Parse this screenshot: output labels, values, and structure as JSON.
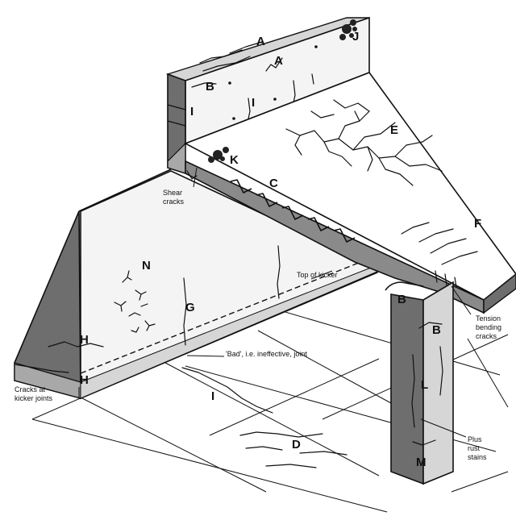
{
  "labels": {
    "A1": "A",
    "A2": "A",
    "J": "J",
    "B1": "B",
    "I1": "I",
    "I2": "I",
    "K": "K",
    "C": "C",
    "E": "E",
    "F": "F",
    "N": "N",
    "G": "G",
    "H1": "H",
    "H2": "H",
    "B2": "B",
    "B3": "B",
    "L": "L",
    "M": "M",
    "I3": "I",
    "D": "D"
  },
  "notes": {
    "shear_1": "Shear",
    "shear_2": "cracks",
    "top_of_kicker": "Top of kicker",
    "bad_joint": "'Bad', i.e. ineffective, joint",
    "tension_1": "Tension",
    "tension_2": "bending",
    "tension_3": "cracks",
    "kicker_1": "Cracks at",
    "kicker_2": "kicker joints",
    "rust_1": "Plus",
    "rust_2": "rust",
    "rust_3": "stains"
  },
  "colors": {
    "background": "#ffffff",
    "ink": "#111111",
    "shade_dark": "#6e6e6e",
    "shade_mid": "#a8a8a8",
    "shade_light": "#d6d6d6",
    "surface": "#f4f4f4"
  }
}
